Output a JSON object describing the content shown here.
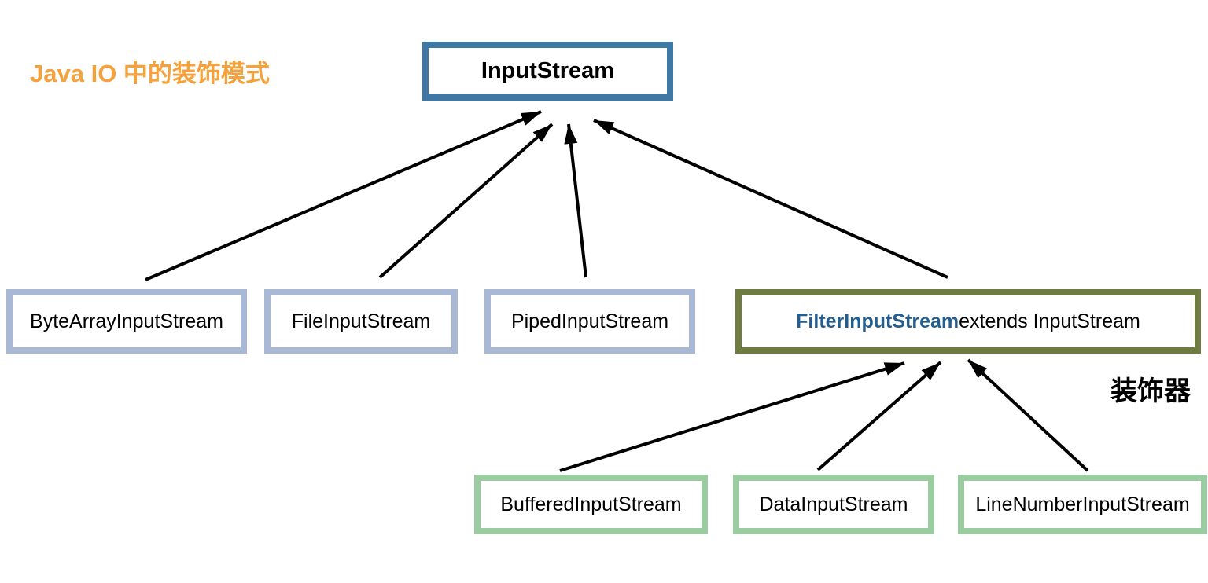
{
  "title": "Java IO 中的装饰模式",
  "colors": {
    "title_orange": "#F5A23C",
    "superclass_border_blue": "#3E79A6",
    "subclass_border_light_blue": "#A9B8D4",
    "decorator_border_olive": "#6E7B41",
    "decorator_subclass_border_green": "#9BCBA1",
    "decorator_name_blue": "#235E8E",
    "arrow_black": "#000000"
  },
  "superclass": {
    "label": "InputStream"
  },
  "subclasses": [
    {
      "label": "ByteArrayInputStream"
    },
    {
      "label": "FileInputStream"
    },
    {
      "label": "PipedInputStream"
    }
  ],
  "decorator": {
    "name": "FilterInputStream",
    "suffix": " extends InputStream",
    "annotation": "装饰器"
  },
  "decorator_subclasses": [
    {
      "label": "BufferedInputStream"
    },
    {
      "label": "DataInputStream"
    },
    {
      "label": "LineNumberInputStream"
    }
  ]
}
